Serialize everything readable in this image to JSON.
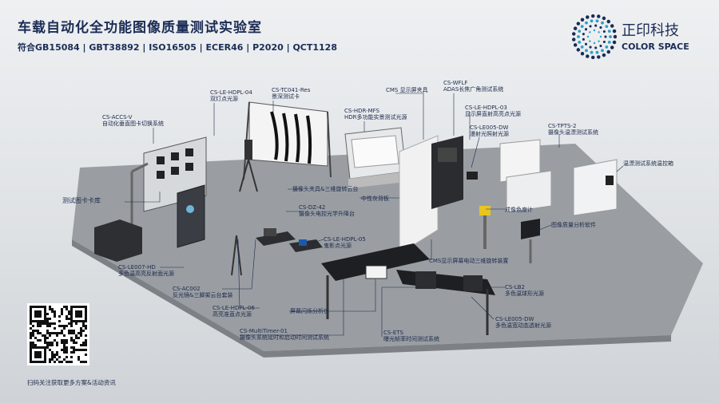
{
  "header": {
    "title": "车载自动化全功能图像质量测试实验室",
    "standards": "符合GB15084 | GBT38892 | ISO16505 |  ECER46 | P2020 | QCT1128"
  },
  "brand": {
    "name_cn": "正印科技",
    "name_en": "COLOR SPACE",
    "accent": "#2a9fc9",
    "dark": "#1b2c55"
  },
  "labels": [
    {
      "name": "cs-le-hdpl-04",
      "lines": [
        "CS-LE-HDPL-04",
        "双灯点光源"
      ]
    },
    {
      "name": "cs-tc041-res",
      "lines": [
        "CS-TC041-Res",
        "景深测试卡"
      ]
    },
    {
      "name": "cms-fixture",
      "lines": [
        "CMS 显示屏夹具"
      ]
    },
    {
      "name": "cs-wflf",
      "lines": [
        "CS-WFLF",
        "ADAS长焦广角测试系统"
      ]
    },
    {
      "name": "cs-accs-v",
      "lines": [
        "CS-ACCS-V",
        "自动化垂直图卡切换系统"
      ]
    },
    {
      "name": "cs-hdr-mfs",
      "lines": [
        "CS-HDR-MFS",
        "HDR多功能实景测试光源"
      ]
    },
    {
      "name": "cs-le-hdpl-03",
      "lines": [
        "CS-LE-HDPL-03",
        "显示屏直射高亮点光源"
      ]
    },
    {
      "name": "cs-le005-dw-top",
      "lines": [
        "CS-LE005-DW",
        "漫射光照射光源"
      ]
    },
    {
      "name": "cs-tpts-2",
      "lines": [
        "CS-TPTS-2",
        "摄像头温漂测试系统"
      ]
    },
    {
      "name": "temp-chamber",
      "lines": [
        "温漂测试系统温控箱"
      ]
    },
    {
      "name": "camera-fixture",
      "lines": [
        "摄像头夹具&三维旋转云台"
      ]
    },
    {
      "name": "neutral-gray-board",
      "lines": [
        "中性灰背板"
      ]
    },
    {
      "name": "chart-library",
      "lines": [
        "测试图卡卡库"
      ]
    },
    {
      "name": "cs-dz-42",
      "lines": [
        "CS-DZ-42",
        "摄像头电控光学升降台"
      ]
    },
    {
      "name": "colorimeter",
      "lines": [
        "成像色度计"
      ]
    },
    {
      "name": "iq-software",
      "lines": [
        "图像质量分析软件"
      ]
    },
    {
      "name": "cs-le-hdpl-05",
      "lines": [
        "CS-LE-HDPL-05",
        "鬼影点光源"
      ]
    },
    {
      "name": "cms-rotation",
      "lines": [
        "CMS显示屏幕电动三维旋转装置"
      ]
    },
    {
      "name": "cs-le007-hd",
      "lines": [
        "CS-LE007-HD",
        "多色温高亮反射面光源"
      ]
    },
    {
      "name": "cs-ac002",
      "lines": [
        "CS-AC002",
        "反光镜&三脚架云台套装"
      ]
    },
    {
      "name": "cs-le-hdpl-06",
      "lines": [
        "CS-LE-HDPL-06",
        "高亮准直点光源"
      ]
    },
    {
      "name": "flicker-analyzer",
      "lines": [
        "屏幕闪烁分析仪"
      ]
    },
    {
      "name": "cs-lb2",
      "lines": [
        "CS-LB2",
        "多色温球形光源"
      ]
    },
    {
      "name": "cs-le005-dw-bottom",
      "lines": [
        "CS-LE005-DW",
        "多色温宽动态透射光源"
      ]
    },
    {
      "name": "cs-multitimer-01",
      "lines": [
        "CS-MultiTimer-01",
        "摄像头系统延时和启动时间测试系统"
      ]
    },
    {
      "name": "cs-ets",
      "lines": [
        "CS-ETS",
        "曝光帧率时间测试系统"
      ]
    }
  ],
  "qr_caption": "扫码关注获取更多方案&活动资讯"
}
